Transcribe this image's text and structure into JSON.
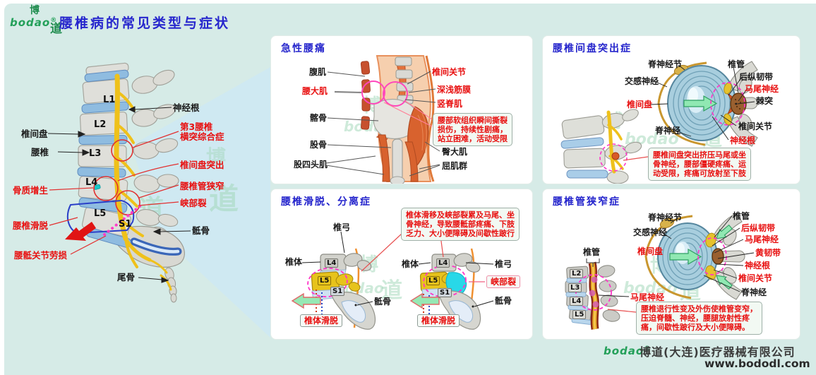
{
  "header": {
    "title": "腰椎病的常见类型与症状",
    "logo_text": "bodao",
    "logo_reg": "®",
    "logo_char_top": "博",
    "logo_char_right": "道"
  },
  "colors": {
    "accent_blue": "#2424cc",
    "label_red": "#e81010",
    "mint_bg": "#d6ebe7",
    "beam_blue": "#cfe9f2",
    "logo_green": "#24a05a"
  },
  "overview": {
    "vertebrae": [
      {
        "t": "L1"
      },
      {
        "t": "L2"
      },
      {
        "t": "L3"
      },
      {
        "t": "L4"
      },
      {
        "t": "L5"
      },
      {
        "t": "S1"
      }
    ],
    "black": [
      {
        "t": "神经根"
      },
      {
        "t": "椎间盘"
      },
      {
        "t": "腰椎"
      },
      {
        "t": "骶骨"
      },
      {
        "t": "尾骨"
      }
    ],
    "red": [
      {
        "l1": "第3腰椎",
        "l2": "横突综合症"
      },
      {
        "t": "椎间盘突出"
      },
      {
        "t": "腰椎管狭窄"
      },
      {
        "t": "峡部裂"
      },
      {
        "t": "骨质增生"
      },
      {
        "t": "腰椎滑脱"
      },
      {
        "t": "腰骶关节劳损"
      }
    ]
  },
  "panel_acute": {
    "title": "急性腰痛",
    "left": [
      {
        "t": "腹肌"
      },
      {
        "t": "腰大肌"
      },
      {
        "t": "髂骨"
      },
      {
        "t": "股骨"
      },
      {
        "t": "股四头肌"
      }
    ],
    "right": [
      {
        "t": "椎间关节"
      },
      {
        "t": "深浅筋膜"
      },
      {
        "t": "竖脊肌"
      },
      {
        "t": "臀大肌"
      },
      {
        "t": "屈肌群"
      }
    ],
    "note": [
      "腰部软组织瞬间撕裂",
      "损伤，持续性剧痛，",
      "站立困难，活动受限"
    ]
  },
  "panel_herniation": {
    "title": "腰椎间盘突出症",
    "labels": [
      {
        "t": "脊神经节"
      },
      {
        "t": "交感神经"
      },
      {
        "t": "椎间盘"
      },
      {
        "t": "脊神经"
      },
      {
        "t": "椎管"
      },
      {
        "t": "后纵韧带"
      },
      {
        "t": "马尾神经"
      },
      {
        "t": "棘突"
      },
      {
        "t": "椎间关节"
      },
      {
        "t": "神经根"
      }
    ],
    "note": [
      "腰椎间盘突出挤压马尾或坐",
      "骨神经，腰部僵硬疼痛、运",
      "动受限，疼痛可放射至下肢"
    ]
  },
  "panel_slip": {
    "title": "腰椎滑脱、分离症",
    "note": [
      "椎体滑移及峡部裂累及马尾、坐",
      "骨神经，导致腰骶部疼痛、下肢",
      "乏力、大小便障碍及间歇性跛行"
    ],
    "left_fig": {
      "arch": "椎弓",
      "body": "椎体",
      "sacrum": "骶骨",
      "l4": "L4",
      "l5": "L5",
      "s1": "S1",
      "slip": "椎体滑脱"
    },
    "right_fig": {
      "arch": "椎弓",
      "body": "椎体",
      "sacrum": "骶骨",
      "l4": "L4",
      "l5": "L5",
      "s1": "S1",
      "slip": "椎体滑脱",
      "defect": "峡部裂"
    }
  },
  "panel_stenosis": {
    "title": "腰椎管狭窄症",
    "small_fig": {
      "canal": "椎管",
      "v": [
        {
          "t": "L2"
        },
        {
          "t": "L3"
        },
        {
          "t": "L4"
        },
        {
          "t": "L5"
        }
      ],
      "cauda": "马尾神经"
    },
    "labels": [
      {
        "t": "脊神经节"
      },
      {
        "t": "交感神经"
      },
      {
        "t": "椎间盘"
      },
      {
        "t": "椎管"
      },
      {
        "t": "后纵韧带"
      },
      {
        "t": "马尾神经"
      },
      {
        "t": "黄韧带"
      },
      {
        "t": "神经根"
      },
      {
        "t": "椎间关节"
      },
      {
        "t": "脊神经"
      }
    ],
    "note": [
      "腰椎退行性变及外伤使椎管变窄，",
      "压迫脊髓、神经，腰腿放射性疼",
      "痛，间歇性跛行及大小便障碍。"
    ]
  },
  "watermark": {
    "latin": "bodao",
    "char_bo": "博",
    "char_dao": "道"
  },
  "footer": {
    "logo_text": "bodao",
    "logo_reg": "®",
    "company": "博道(大连)医疗器械有限公司",
    "website": "www.bododl.com"
  }
}
